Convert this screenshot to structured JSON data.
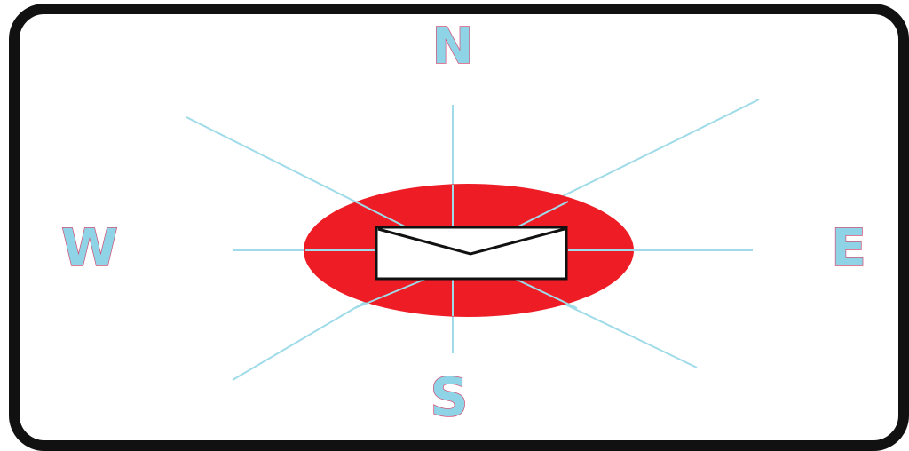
{
  "compass": {
    "north": "N",
    "south": "S",
    "east": "E",
    "west": "W"
  },
  "center": {
    "icon": "envelope-icon"
  },
  "colors": {
    "frame": "#111111",
    "background": "#ffffff",
    "rays": "#9fdbe8",
    "disc": "#ee1c25",
    "letter_fill": "#8fd3e6",
    "letter_outline": "#d2557a",
    "envelope_fill": "#ffffff",
    "envelope_stroke": "#111111"
  }
}
